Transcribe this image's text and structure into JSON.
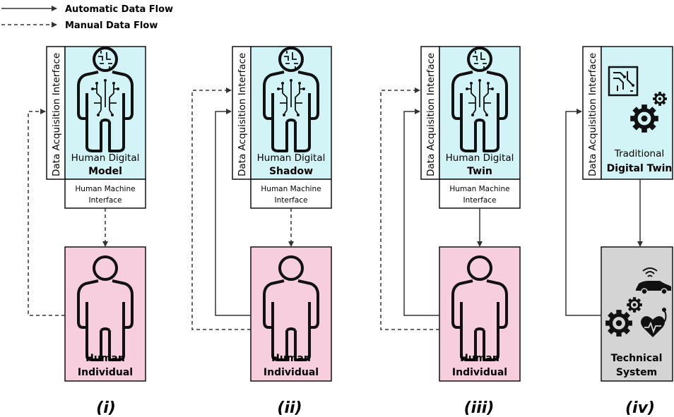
{
  "legend": {
    "automatic": "Automatic Data Flow",
    "manual": "Manual Data Flow"
  },
  "colors": {
    "digital_fill": "#d3f4f6",
    "human_fill": "#f6cede",
    "technical_fill": "#d4d4d4",
    "stroke": "#111111",
    "line": "#333333"
  },
  "panels": [
    {
      "id": "i",
      "label": "(i)",
      "data_acquisition": "Data Acquisition Interface",
      "digital_line1": "Human Digital",
      "digital_line2": "Model",
      "hmi_line1": "Human Machine",
      "hmi_line2": "Interface",
      "individual_line1": "Human",
      "individual_line2": "Individual",
      "down_flow": "manual",
      "feedback_manual": true,
      "feedback_automatic": false
    },
    {
      "id": "ii",
      "label": "(ii)",
      "data_acquisition": "Data Acquisition Interface",
      "digital_line1": "Human Digital",
      "digital_line2": "Shadow",
      "hmi_line1": "Human Machine",
      "hmi_line2": "Interface",
      "individual_line1": "Human",
      "individual_line2": "Individual",
      "down_flow": "manual",
      "feedback_manual": true,
      "feedback_automatic": true
    },
    {
      "id": "iii",
      "label": "(iii)",
      "data_acquisition": "Data Acquisition Interface",
      "digital_line1": "Human Digital",
      "digital_line2": "Twin",
      "hmi_line1": "Human Machine",
      "hmi_line2": "Interface",
      "individual_line1": "Human",
      "individual_line2": "Individual",
      "down_flow": "automatic",
      "feedback_manual": true,
      "feedback_automatic": true
    },
    {
      "id": "iv",
      "label": "(iv)",
      "data_acquisition": "Data Acquisition Interface",
      "digital_line1": "Traditional",
      "digital_line2": "Digital Twin",
      "system_line1": "Technical",
      "system_line2": "System",
      "down_flow": "automatic",
      "feedback_manual": false,
      "feedback_automatic": true
    }
  ]
}
